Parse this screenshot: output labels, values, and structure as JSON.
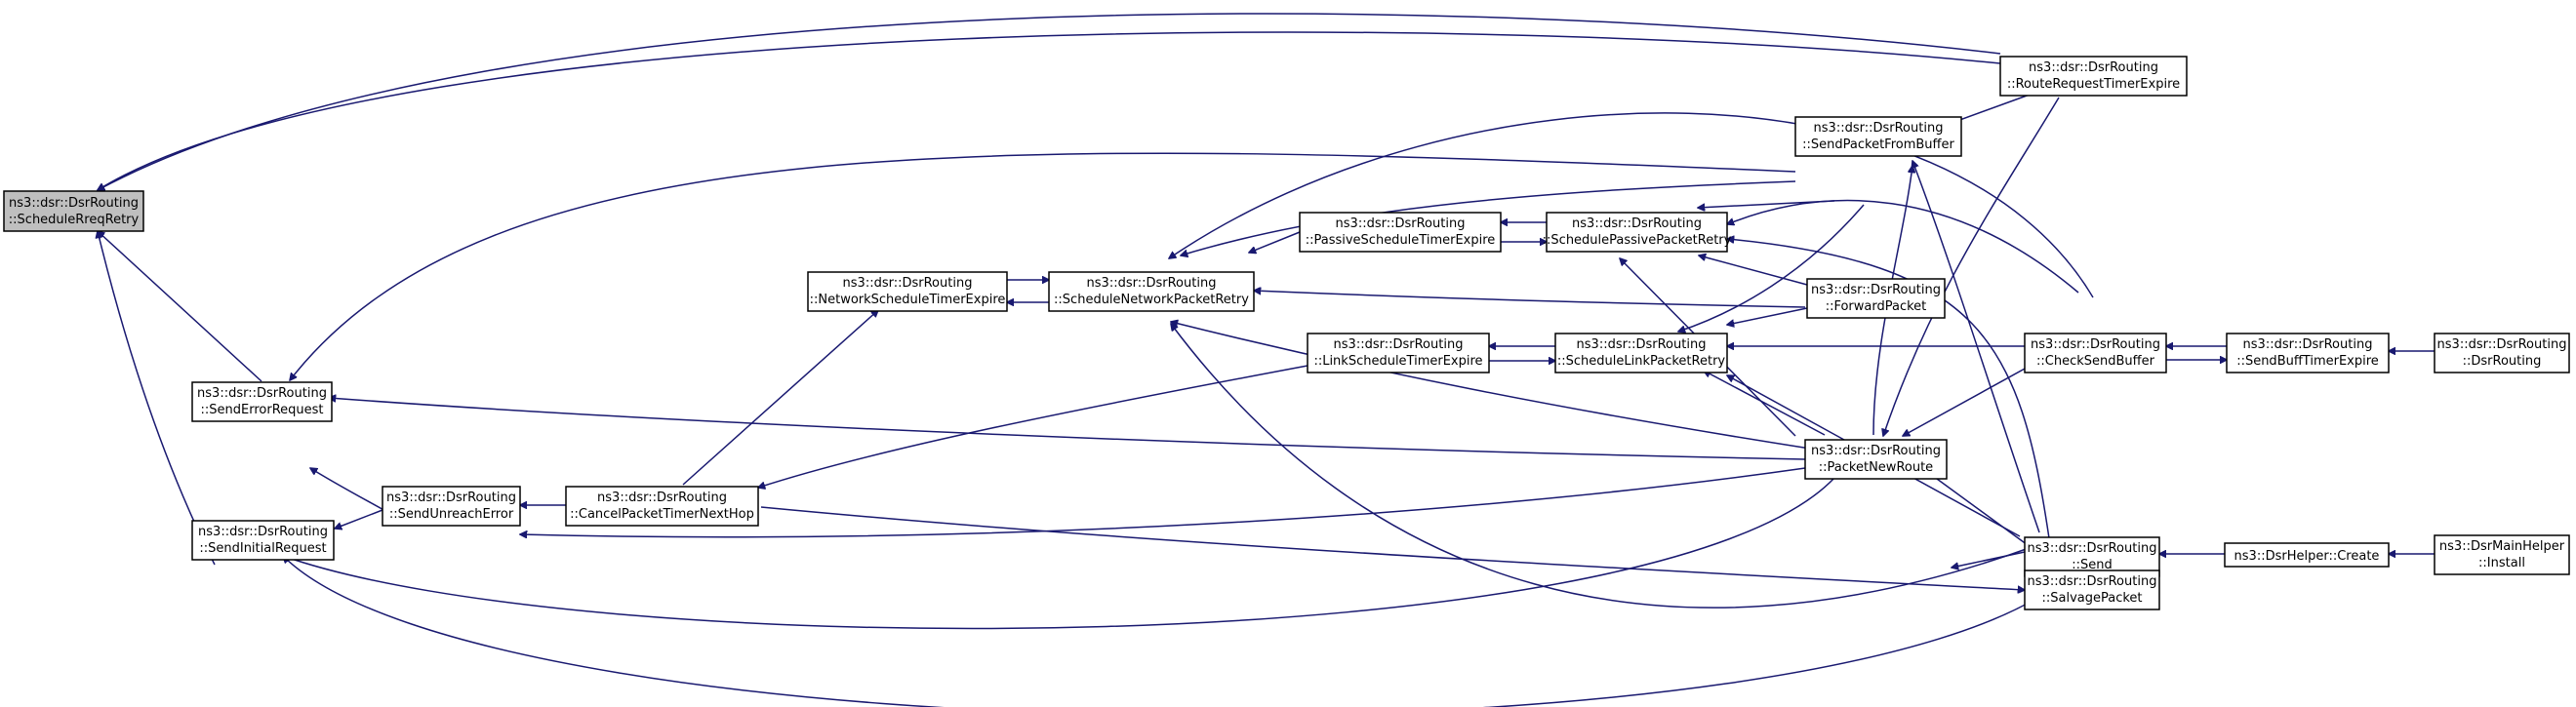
{
  "graph": {
    "edge_color": "#191970",
    "root_fill": "#bfbfbf",
    "nodes": [
      {
        "id": "schedule-rreq-retry",
        "lines": [
          "ns3::dsr::DsrRouting",
          "::ScheduleRreqRetry"
        ],
        "root": true
      },
      {
        "id": "send-error-request",
        "lines": [
          "ns3::dsr::DsrRouting",
          "::SendErrorRequest"
        ]
      },
      {
        "id": "send-initial-request",
        "lines": [
          "ns3::dsr::DsrRouting",
          "::SendInitialRequest"
        ]
      },
      {
        "id": "send-unreach-error",
        "lines": [
          "ns3::dsr::DsrRouting",
          "::SendUnreachError"
        ]
      },
      {
        "id": "cancel-packet-timer-next-hop",
        "lines": [
          "ns3::dsr::DsrRouting",
          "::CancelPacketTimerNextHop"
        ]
      },
      {
        "id": "network-schedule-timer-expire",
        "lines": [
          "ns3::dsr::DsrRouting",
          "::NetworkScheduleTimerExpire"
        ]
      },
      {
        "id": "schedule-network-packet-retry",
        "lines": [
          "ns3::dsr::DsrRouting",
          "::ScheduleNetworkPacketRetry"
        ]
      },
      {
        "id": "passive-schedule-timer-expire",
        "lines": [
          "ns3::dsr::DsrRouting",
          "::PassiveScheduleTimerExpire"
        ]
      },
      {
        "id": "link-schedule-timer-expire",
        "lines": [
          "ns3::dsr::DsrRouting",
          "::LinkScheduleTimerExpire"
        ]
      },
      {
        "id": "schedule-passive-packet-retry",
        "lines": [
          "ns3::dsr::DsrRouting",
          "::SchedulePassivePacketRetry"
        ]
      },
      {
        "id": "schedule-link-packet-retry",
        "lines": [
          "ns3::dsr::DsrRouting",
          "::ScheduleLinkPacketRetry"
        ]
      },
      {
        "id": "send-packet-from-buffer",
        "lines": [
          "ns3::dsr::DsrRouting",
          "::SendPacketFromBuffer"
        ]
      },
      {
        "id": "forward-packet",
        "lines": [
          "ns3::dsr::DsrRouting",
          "::ForwardPacket"
        ]
      },
      {
        "id": "packet-new-route",
        "lines": [
          "ns3::dsr::DsrRouting",
          "::PacketNewRoute"
        ]
      },
      {
        "id": "route-request-timer-expire",
        "lines": [
          "ns3::dsr::DsrRouting",
          "::RouteRequestTimerExpire"
        ]
      },
      {
        "id": "check-send-buffer",
        "lines": [
          "ns3::dsr::DsrRouting",
          "::CheckSendBuffer"
        ]
      },
      {
        "id": "send",
        "lines": [
          "ns3::dsr::DsrRouting",
          "::Send"
        ]
      },
      {
        "id": "salvage-packet",
        "lines": [
          "ns3::dsr::DsrRouting",
          "::SalvagePacket"
        ]
      },
      {
        "id": "send-buff-timer-expire",
        "lines": [
          "ns3::dsr::DsrRouting",
          "::SendBuffTimerExpire"
        ]
      },
      {
        "id": "dsr-helper-create",
        "lines": [
          "ns3::DsrHelper::Create"
        ]
      },
      {
        "id": "dsr-routing-ctor",
        "lines": [
          "ns3::dsr::DsrRouting",
          "::DsrRouting"
        ]
      },
      {
        "id": "dsr-main-helper-install",
        "lines": [
          "ns3::DsrMainHelper",
          "::Install"
        ]
      }
    ]
  }
}
